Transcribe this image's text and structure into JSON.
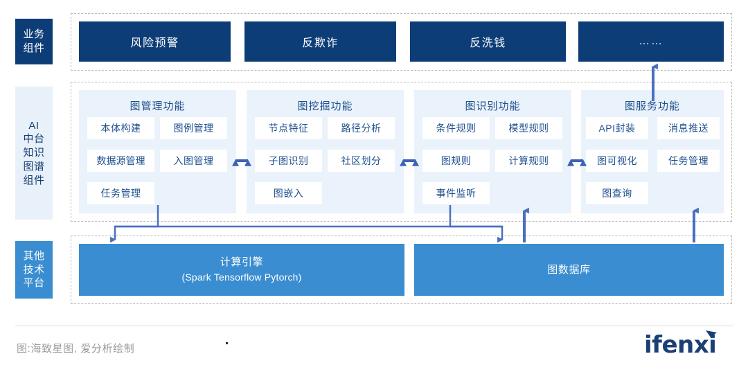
{
  "rails": [
    {
      "id": "business",
      "label": "业务\n组件",
      "lines": [
        "业务",
        "组件"
      ],
      "style": "dark"
    },
    {
      "id": "ai-kg",
      "label": "AI 中台知识图谱组件",
      "lines": [
        "AI",
        "中台",
        "知识",
        "图谱",
        "组件"
      ],
      "style": "light"
    },
    {
      "id": "other-tech",
      "label": "其他技术平台",
      "lines": [
        "其他",
        "技术",
        "平台"
      ],
      "style": "blue"
    }
  ],
  "business_components": [
    {
      "label": "风险预警"
    },
    {
      "label": "反欺诈"
    },
    {
      "label": "反洗钱"
    },
    {
      "label": "……"
    }
  ],
  "function_groups": [
    {
      "title": "图管理功能",
      "chips": [
        "本体构建",
        "图例管理",
        "数据源管理",
        "入图管理",
        "任务管理"
      ]
    },
    {
      "title": "图挖掘功能",
      "chips": [
        "节点特征",
        "路径分析",
        "子图识别",
        "社区划分",
        "图嵌入"
      ]
    },
    {
      "title": "图识别功能",
      "chips": [
        "条件规则",
        "模型规则",
        "图规则",
        "计算规则",
        "事件监听"
      ]
    },
    {
      "title": "图服务功能",
      "chips": [
        "API封装",
        "消息推送",
        "图可视化",
        "任务管理",
        "图查询"
      ]
    }
  ],
  "platforms": [
    {
      "title": "计算引擎",
      "subtitle": "(Spark Tensorflow Pytorch)"
    },
    {
      "title": "图数据库",
      "subtitle": ""
    }
  ],
  "footer": {
    "caption": "图:海致星图, 爱分析绘制",
    "logo_text": "ifenxi"
  },
  "colors": {
    "navy": "#0d3d77",
    "light_blue_panel": "#eaf2fb",
    "rail_light": "#e8f0fa",
    "platform_blue": "#3a8dd0",
    "chip_text": "#1f4f8f",
    "arrow": "#4a6fc0",
    "dashed_border": "#b9b9b9",
    "caption_gray": "#9a9a9a",
    "logo_navy": "#1b4076"
  }
}
